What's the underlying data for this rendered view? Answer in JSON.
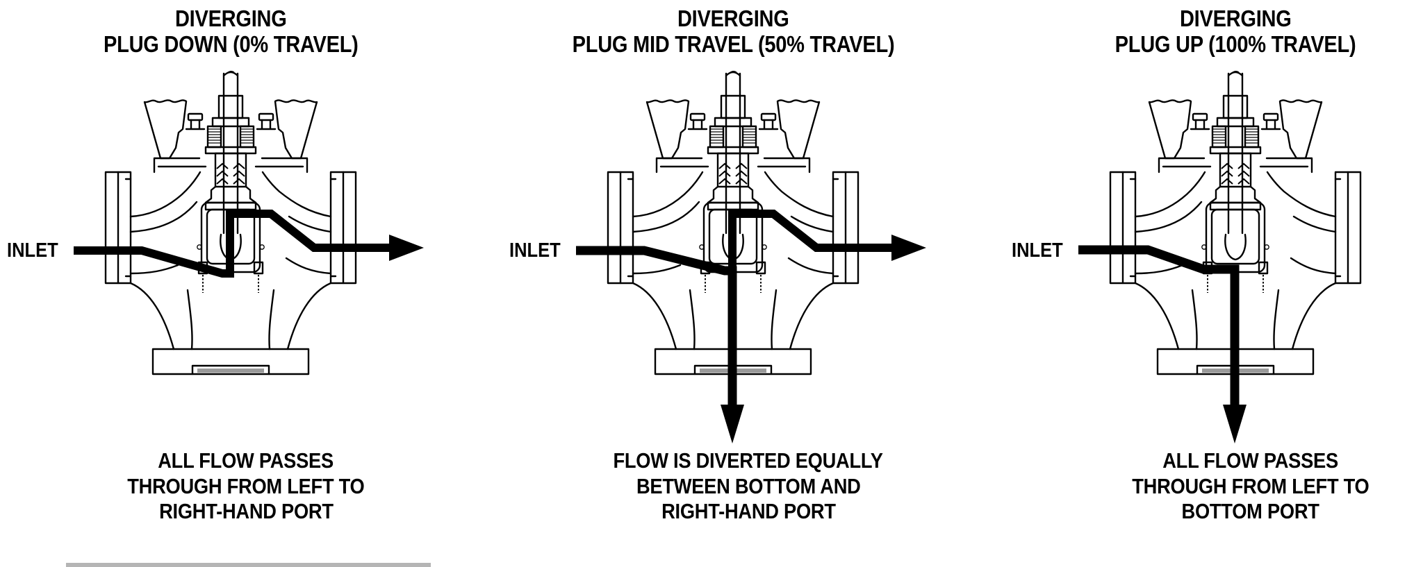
{
  "diagram": {
    "type": "valve-flow-diagram",
    "subject": "Three-way diverging control valve cross-sections at three plug travel positions",
    "ink_color": "#000000",
    "background_color": "#ffffff",
    "bottom_edge_artifact_color": "#b5b5b5"
  },
  "panels": [
    {
      "id": "plug-down",
      "title_line1": "DIVERGING",
      "title_line2": "PLUG DOWN (0% TRAVEL)",
      "travel_percent": "0%",
      "inlet_label": "INLET",
      "flow_inlet": "left-hand port",
      "flow_outlets": [
        "right-hand port"
      ],
      "caption_line1": "ALL FLOW PASSES",
      "caption_line2": "THROUGH FROM LEFT TO",
      "caption_line3": "RIGHT-HAND PORT"
    },
    {
      "id": "plug-mid-travel",
      "title_line1": "DIVERGING",
      "title_line2": "PLUG MID TRAVEL (50% TRAVEL)",
      "travel_percent": "50%",
      "inlet_label": "INLET",
      "flow_inlet": "left-hand port",
      "flow_outlets": [
        "bottom port",
        "right-hand port"
      ],
      "caption_line1": "FLOW IS DIVERTED EQUALLY",
      "caption_line2": "BETWEEN BOTTOM AND",
      "caption_line3": "RIGHT-HAND PORT"
    },
    {
      "id": "plug-up",
      "title_line1": "DIVERGING",
      "title_line2": "PLUG UP (100% TRAVEL)",
      "travel_percent": "100%",
      "inlet_label": "INLET",
      "flow_inlet": "left-hand port",
      "flow_outlets": [
        "bottom port"
      ],
      "caption_line1": "ALL FLOW PASSES",
      "caption_line2": "THROUGH FROM LEFT TO",
      "caption_line3": "BOTTOM PORT"
    }
  ]
}
